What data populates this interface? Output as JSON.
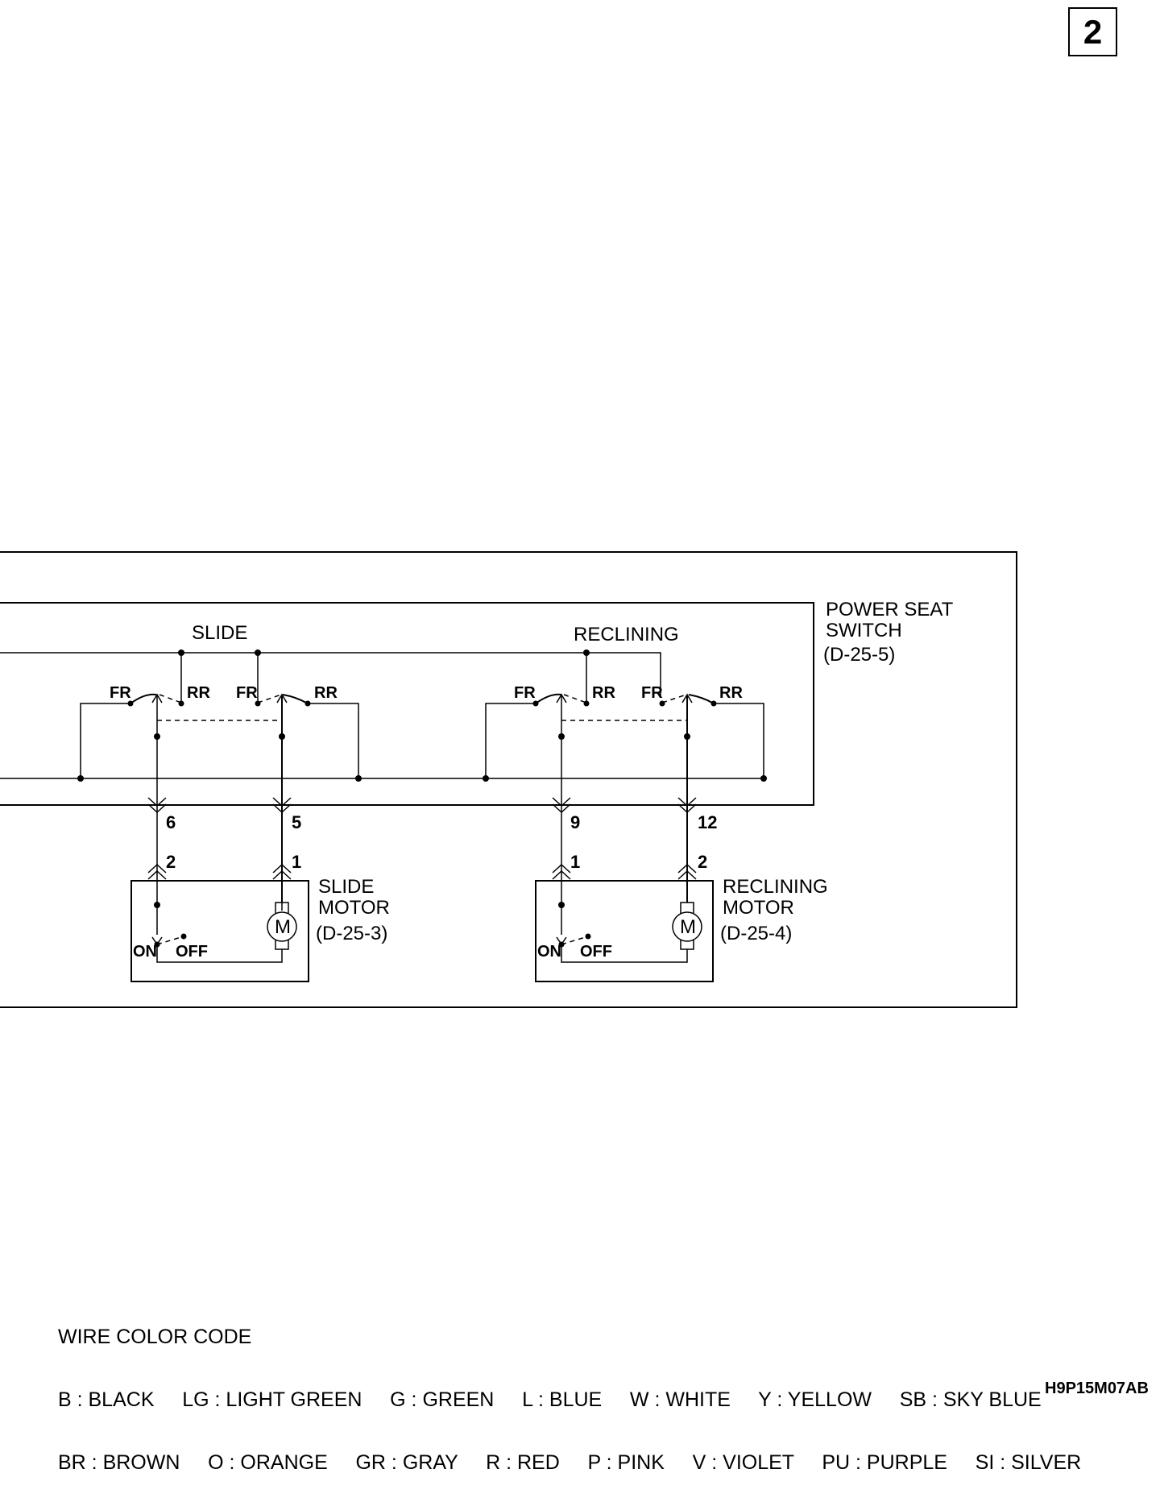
{
  "page_number": "2",
  "diagram_code": "H9P15M07AB",
  "switch": {
    "name_line1": "POWER SEAT",
    "name_line2": "SWITCH",
    "connector": "(D-25-5)",
    "slide_label": "SLIDE",
    "reclining_label": "RECLINING",
    "fr": "FR",
    "rr": "RR"
  },
  "slide_motor": {
    "name_line1": "SLIDE",
    "name_line2": "MOTOR",
    "connector": "(D-25-3)",
    "on": "ON",
    "off": "OFF",
    "motor_symbol": "M"
  },
  "reclining_motor": {
    "name_line1": "RECLINING",
    "name_line2": "MOTOR",
    "connector": "(D-25-4)",
    "on": "ON",
    "off": "OFF",
    "motor_symbol": "M"
  },
  "pins": {
    "switch_slide_a": "6",
    "switch_slide_b": "5",
    "switch_recl_a": "9",
    "switch_recl_b": "12",
    "slide_motor_a": "2",
    "slide_motor_b": "1",
    "recl_motor_a": "1",
    "recl_motor_b": "2"
  },
  "wire_color_code": {
    "title": "WIRE COLOR CODE",
    "row1": "B : BLACK     LG : LIGHT GREEN     G : GREEN     L : BLUE     W : WHITE     Y : YELLOW     SB : SKY BLUE",
    "row2": "BR : BROWN     O : ORANGE     GR : GRAY     R : RED     P : PINK     V : VIOLET     PU : PURPLE     SI : SILVER"
  }
}
